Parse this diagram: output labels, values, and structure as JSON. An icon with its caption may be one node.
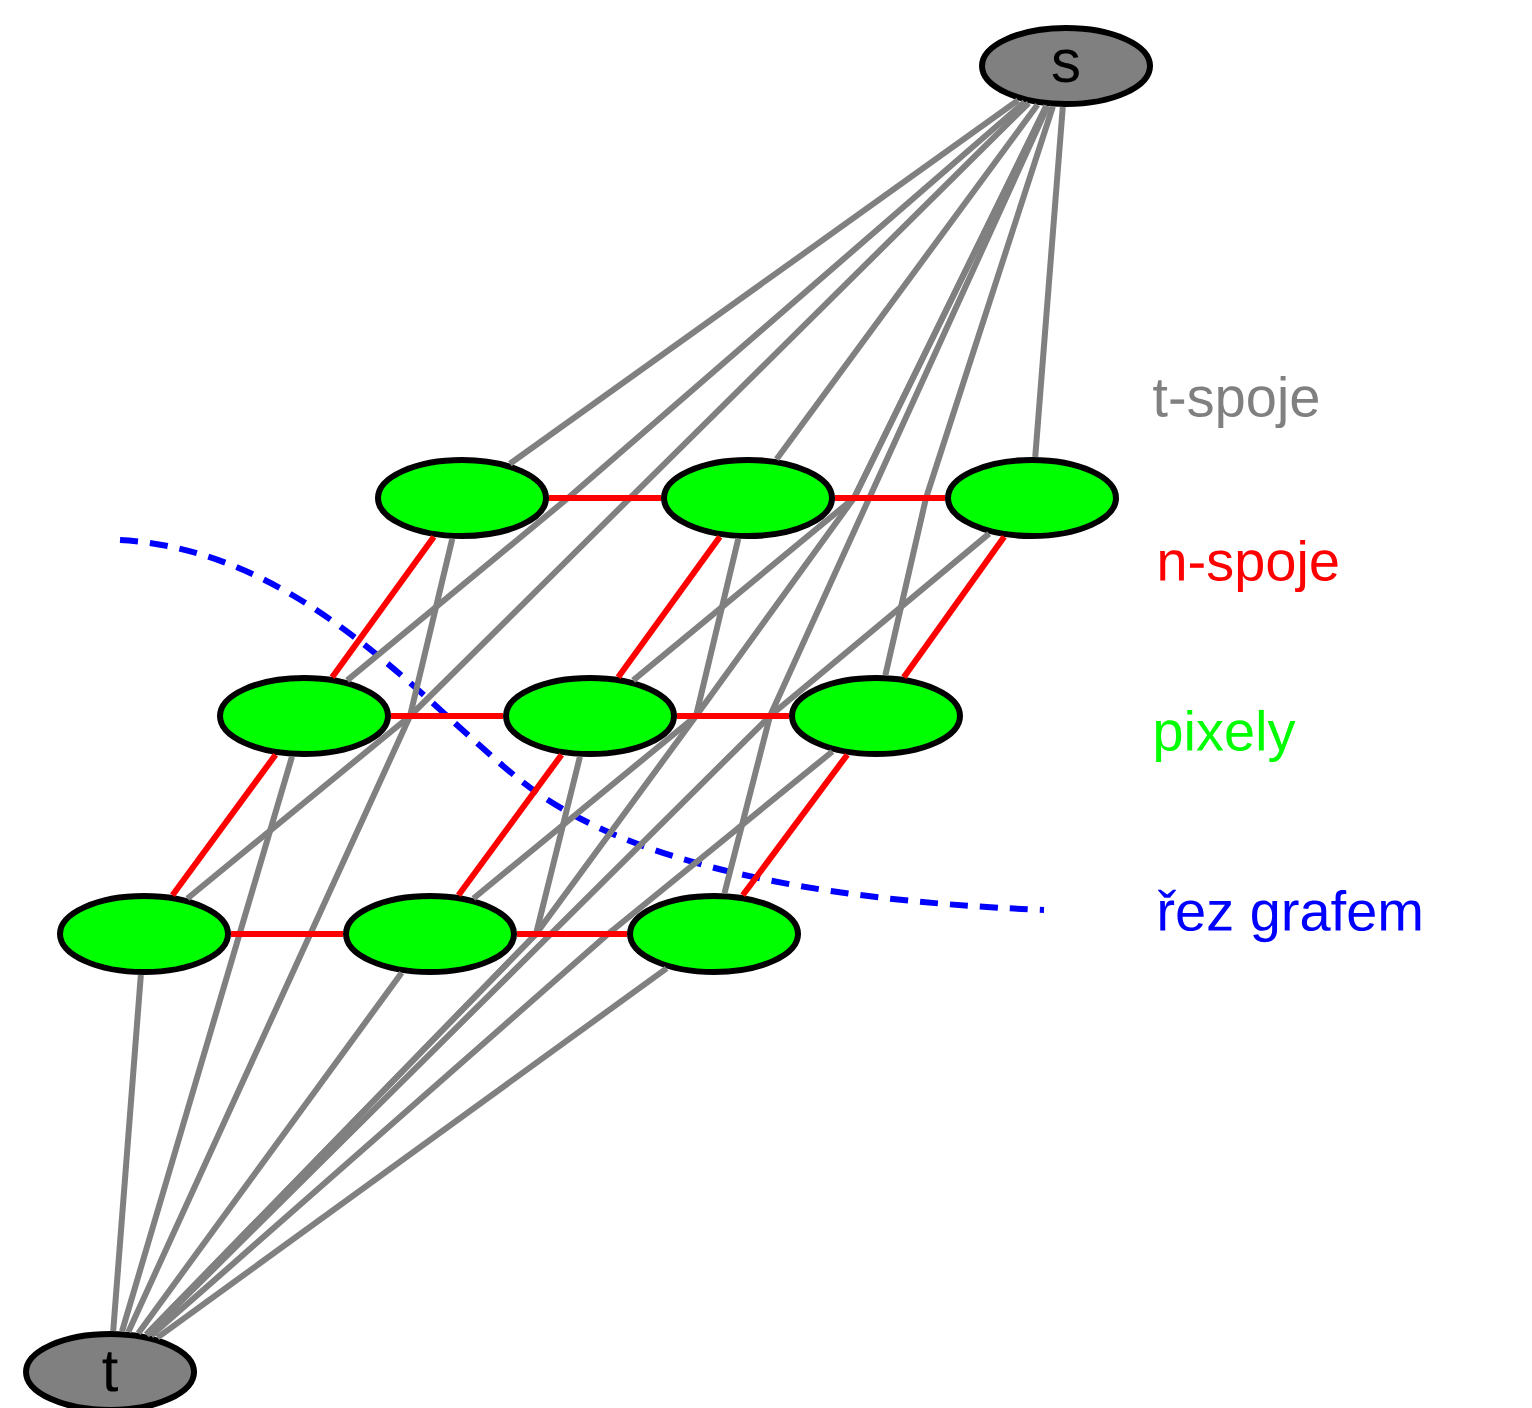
{
  "diagram": {
    "nodes": [
      {
        "text": [
          "s"
        ]
      },
      {
        "text": [],
        "shape": "ellipse"
      },
      {
        "text": [],
        "shape": "ellipse"
      },
      {
        "text": [],
        "shape": "ellipse"
      },
      {
        "text": [],
        "shape": "ellipse"
      },
      {
        "text": [],
        "shape": "ellipse"
      },
      {
        "text": [],
        "shape": "ellipse"
      },
      {
        "text": [],
        "shape": "ellipse"
      },
      {
        "text": [],
        "shape": "ellipse"
      },
      {
        "text": [],
        "shape": "ellipse"
      },
      {
        "text": [
          "t"
        ]
      }
    ],
    "edges": [
      {
        "from": 0,
        "to": 1,
        "arrow": "none"
      },
      {
        "from": 0,
        "to": 2,
        "arrow": "none"
      },
      {
        "from": 0,
        "to": 3,
        "arrow": "none"
      },
      {
        "from": 0,
        "to": 4,
        "arrow": "none"
      },
      {
        "from": 0,
        "to": 5,
        "arrow": "none"
      },
      {
        "from": 0,
        "to": 6,
        "arrow": "none"
      },
      {
        "from": 0,
        "to": 7,
        "arrow": "none"
      },
      {
        "from": 0,
        "to": 8,
        "arrow": "none"
      },
      {
        "from": 0,
        "to": 9,
        "arrow": "none"
      },
      {
        "from": 1,
        "to": 10,
        "arrow": "none"
      },
      {
        "from": 2,
        "to": 10,
        "arrow": "none"
      },
      {
        "from": 3,
        "to": 10,
        "arrow": "none"
      },
      {
        "from": 4,
        "to": 10,
        "arrow": "none"
      },
      {
        "from": 5,
        "to": 10,
        "arrow": "none"
      },
      {
        "from": 6,
        "to": 10,
        "arrow": "none"
      },
      {
        "from": 7,
        "to": 10,
        "arrow": "none"
      },
      {
        "from": 8,
        "to": 10,
        "arrow": "none"
      },
      {
        "from": 9,
        "to": 10,
        "arrow": "none"
      },
      {
        "from": 1,
        "to": 2,
        "arrow": "none",
        "color": "#ff0000"
      },
      {
        "from": 2,
        "to": 3,
        "arrow": "none",
        "color": "#ff0000"
      },
      {
        "from": 4,
        "to": 5,
        "arrow": "none",
        "color": "#ff0000"
      },
      {
        "from": 5,
        "to": 6,
        "arrow": "none",
        "color": "#ff0000"
      },
      {
        "from": 7,
        "to": 8,
        "arrow": "none",
        "color": "#ff0000"
      },
      {
        "from": 8,
        "to": 9,
        "arrow": "none",
        "color": "#ff0000"
      },
      {
        "from": 1,
        "to": 4,
        "arrow": "none",
        "color": "#ff0000"
      },
      {
        "from": 2,
        "to": 5,
        "arrow": "none",
        "color": "#ff0000"
      },
      {
        "from": 3,
        "to": 6,
        "arrow": "none",
        "color": "#ff0000"
      },
      {
        "from": 4,
        "to": 7,
        "arrow": "none",
        "color": "#ff0000"
      },
      {
        "from": 5,
        "to": 8,
        "arrow": "none",
        "color": "#ff0000"
      },
      {
        "from": 6,
        "to": 9,
        "arrow": "none",
        "color": "#ff0000"
      }
    ],
    "labels": [
      "t-spoje",
      "n-spoje",
      "pixely",
      "řez grafem"
    ]
  }
}
